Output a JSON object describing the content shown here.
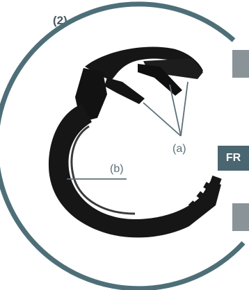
{
  "figure": {
    "number": "(2)",
    "language_badge": "FR",
    "callouts": {
      "a": "(a)",
      "b": "(b)"
    },
    "colors": {
      "ring": "#4e6f78",
      "clip": "#161616",
      "badge": "#4a6670",
      "tab": "#8a9498",
      "leader": "#5b7078"
    }
  }
}
